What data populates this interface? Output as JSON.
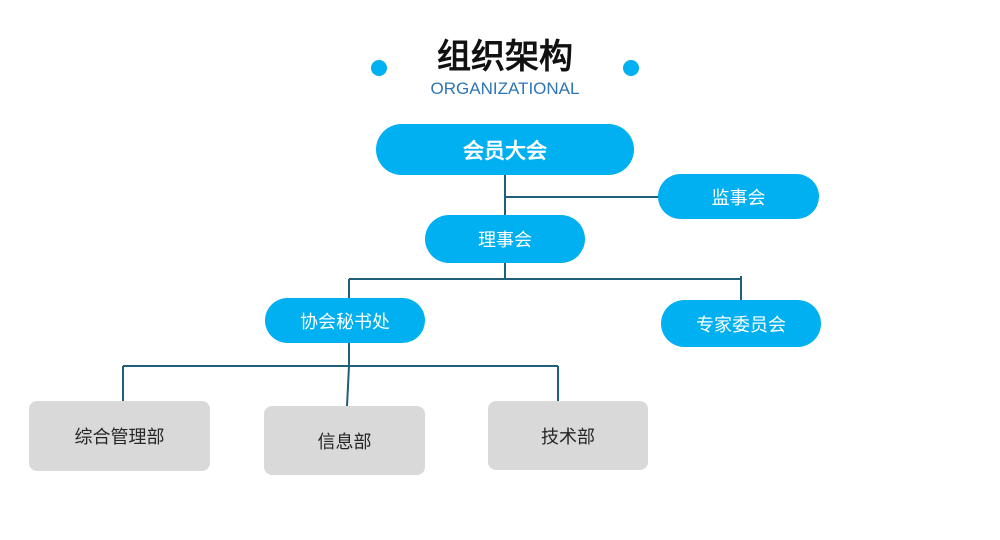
{
  "title": "组织架构",
  "subtitle": "ORGANIZATIONAL",
  "colors": {
    "accent": "#00b0f0",
    "connector": "#1f5f7a",
    "department_fill": "#d9d9d9",
    "subtitle": "#2e75b6"
  },
  "org": {
    "assembly": "会员大会",
    "supervisory": "监事会",
    "council": "理事会",
    "secretariat": "协会秘书处",
    "expert_committee": "专家委员会",
    "departments": [
      "综合管理部",
      "信息部",
      "技术部"
    ]
  }
}
